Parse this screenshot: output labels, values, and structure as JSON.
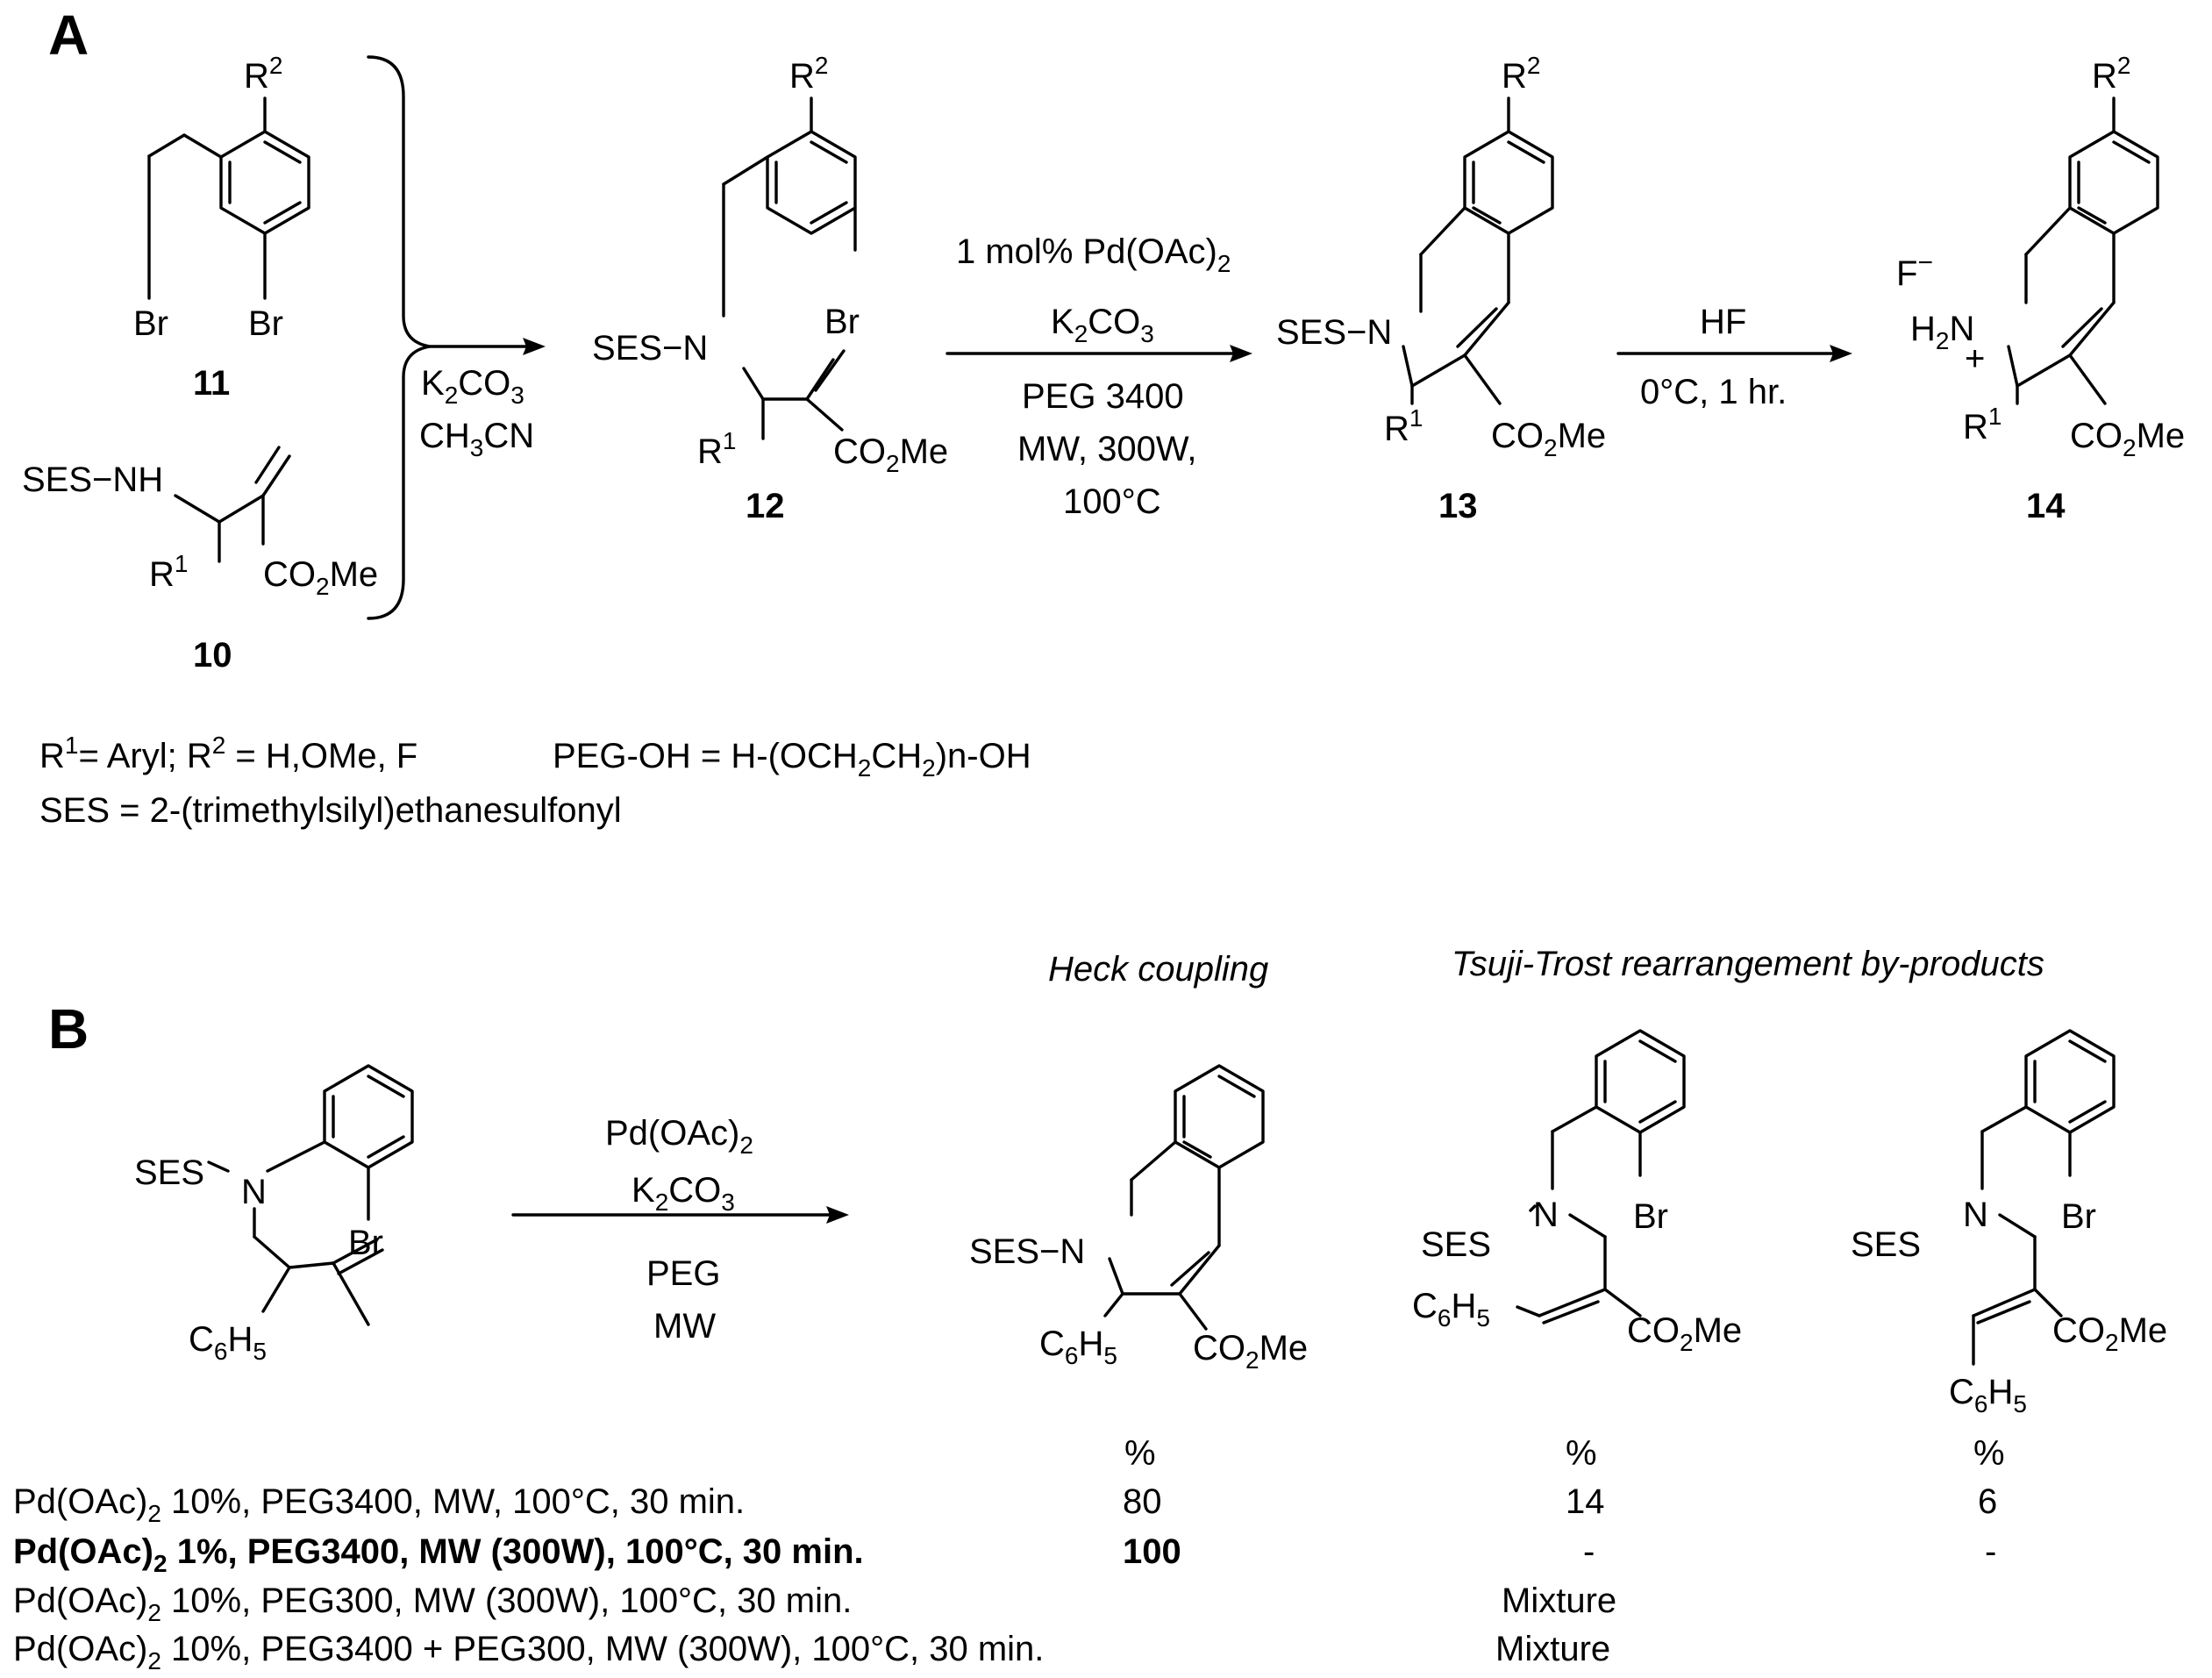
{
  "panel_a": {
    "label": "A",
    "sm1": {
      "r2": "R",
      "r2_sup": "2",
      "br1": "Br",
      "br2": "Br",
      "num": "11"
    },
    "sm2": {
      "ses_nh": "SES−NH",
      "r1": "R",
      "r1_sup": "1",
      "ester": "CO",
      "ester_sub": "2",
      "ester_tail": "Me",
      "num": "10"
    },
    "cond1": {
      "l1": "K",
      "l1_sub": "2",
      "l1_tail": "CO",
      "l1_sub2": "3",
      "l2": "CH",
      "l2_sub": "3",
      "l2_tail": "CN"
    },
    "c12": {
      "r2": "R",
      "r2_sup": "2",
      "br": "Br",
      "ses": "SES−N",
      "r1": "R",
      "r1_sup": "1",
      "ester": "CO",
      "ester_sub": "2",
      "ester_tail": "Me",
      "num": "12"
    },
    "cond2": {
      "l1": "1 mol% Pd(OAc)",
      "l1_sub": "2",
      "l2": "K",
      "l2_sub": "2",
      "l2_tail": "CO",
      "l2_sub2": "3",
      "l3": "PEG 3400",
      "l4": "MW, 300W,",
      "l5": "100°C"
    },
    "c13": {
      "r2": "R",
      "r2_sup": "2",
      "ses": "SES−N",
      "r1": "R",
      "r1_sup": "1",
      "ester": "CO",
      "ester_sub": "2",
      "ester_tail": "Me",
      "num": "13"
    },
    "cond3": {
      "l1": "HF",
      "l2": "0°C, 1 hr."
    },
    "c14": {
      "r2": "R",
      "r2_sup": "2",
      "f": "F",
      "f_sup": "−",
      "nh": "H",
      "nh_sub": "2",
      "nh_tail": "N",
      "plus": "+",
      "r1": "R",
      "r1_sup": "1",
      "ester": "CO",
      "ester_sub": "2",
      "ester_tail": "Me",
      "num": "14"
    },
    "legend1": {
      "a": "R",
      "a_sup": "1",
      "b": "= Aryl; R",
      "b_sup": "2",
      "c": " = H,OMe, F"
    },
    "legend_peg": {
      "a": "PEG-OH = H-(OCH",
      "a_sub": "2",
      "b": "CH",
      "b_sub": "2",
      "c": ")n-OH"
    },
    "legend2": "SES = 2-(trimethylsilyl)ethanesulfonyl"
  },
  "panel_b": {
    "label": "B",
    "heading1": "Heck coupling",
    "heading2": "Tsuji-Trost rearrangement by-products",
    "sm": {
      "ses": "SES",
      "n": "N",
      "br": "Br",
      "ph": "C",
      "ph_sub1": "6",
      "ph_mid": "H",
      "ph_sub2": "5"
    },
    "cond": {
      "l1": "Pd(OAc)",
      "l1_sub": "2",
      "l2": "K",
      "l2_sub": "2",
      "l2_tail": "CO",
      "l2_sub2": "3",
      "l3": "PEG",
      "l4": "MW"
    },
    "p1": {
      "ses": "SES−N",
      "ph": "C",
      "ph_sub1": "6",
      "ph_mid": "H",
      "ph_sub2": "5",
      "ester": "CO",
      "ester_sub": "2",
      "ester_tail": "Me"
    },
    "p2": {
      "ses": "SES",
      "n": "N",
      "br": "Br",
      "ph": "C",
      "ph_sub1": "6",
      "ph_mid": "H",
      "ph_sub2": "5",
      "ester": "CO",
      "ester_sub": "2",
      "ester_tail": "Me"
    },
    "p3": {
      "ses": "SES",
      "n": "N",
      "br": "Br",
      "ph": "C",
      "ph_sub1": "6",
      "ph_mid": "H",
      "ph_sub2": "5",
      "ester": "CO",
      "ester_sub": "2",
      "ester_tail": "Me"
    },
    "table": {
      "headers": [
        "%",
        "%",
        "%"
      ],
      "rows": [
        {
          "cond_pre": "Pd(OAc)",
          "cond_sub": "2",
          "cond_post": " 10%, PEG3400, MW, 100°C, 30 min.",
          "v1": "80",
          "v2": "14",
          "v3": "6",
          "bold": false
        },
        {
          "cond_pre": "Pd(OAc)",
          "cond_sub": "2",
          "cond_post": " 1%, PEG3400, MW (300W), 100°C, 30 min.",
          "v1": "100",
          "v2": "-",
          "v3": "-",
          "bold": true
        },
        {
          "cond_pre": "Pd(OAc)",
          "cond_sub": "2",
          "cond_post": " 10%, PEG300, MW (300W), 100°C, 30 min.",
          "v1": "",
          "v2": "Mixture",
          "v3": "",
          "bold": false
        },
        {
          "cond_pre": "Pd(OAc)",
          "cond_sub": "2",
          "cond_post": " 10%, PEG3400 + PEG300, MW (300W), 100°C, 30 min.",
          "v1": "",
          "v2": "Mixture",
          "v3": "",
          "bold": false
        }
      ]
    }
  }
}
